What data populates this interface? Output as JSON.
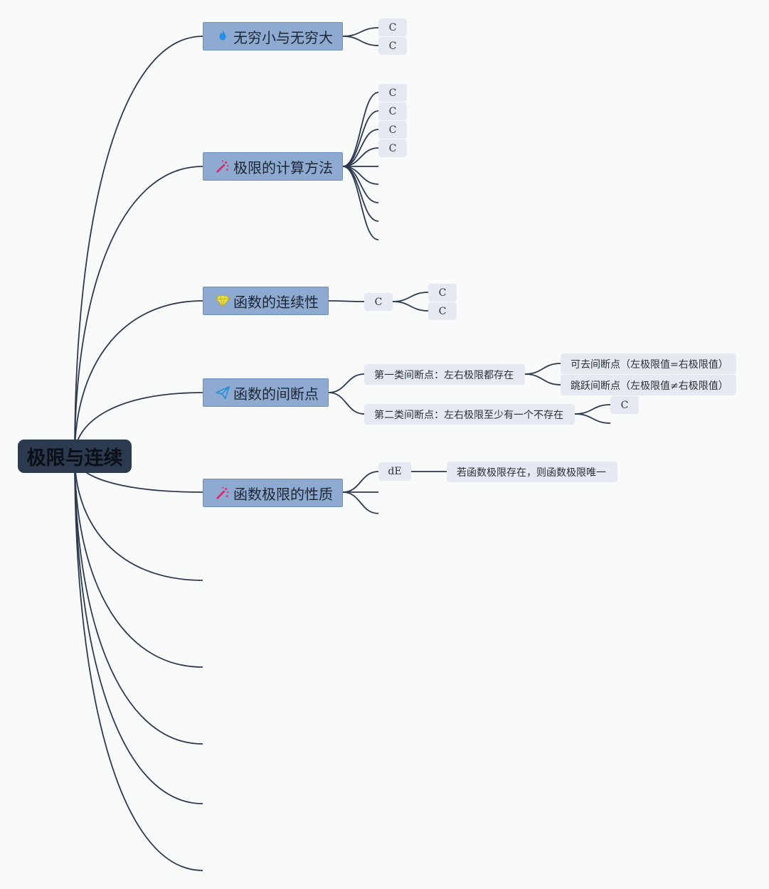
{
  "root": {
    "label": "极限与连续"
  },
  "branches": [
    {
      "label": "无穷小与无穷大",
      "icon": "flame-icon",
      "children": [
        "C",
        "C"
      ]
    },
    {
      "label": "极限的计算方法",
      "icon": "magic-wand-icon",
      "children": [
        "C",
        "C",
        "C",
        "C"
      ]
    },
    {
      "label": "函数的连续性",
      "icon": "diamond-icon",
      "child": "C",
      "grandchildren": [
        "C",
        "C"
      ]
    },
    {
      "label": "函数的间断点",
      "icon": "paper-plane-icon",
      "children": [
        {
          "label": "第一类间断点：左右极限都存在",
          "children": [
            "可去间断点（左极限值=右极限值）",
            "跳跃间断点（左极限值≠右极限值）"
          ]
        },
        {
          "label": "第二类间断点：左右极限至少有一个不存在",
          "children": [
            "C"
          ]
        }
      ]
    },
    {
      "label": "函数极限的性质",
      "icon": "magic-wand-icon",
      "child": "dE",
      "grandchild": "若函数极限存在，则函数极限唯一"
    }
  ],
  "colors": {
    "root_bg": "#2c3a4f",
    "branch_bg": "#8eaad1",
    "leaf_bg": "#e5e9f1",
    "edge": "#2c3a4f"
  }
}
